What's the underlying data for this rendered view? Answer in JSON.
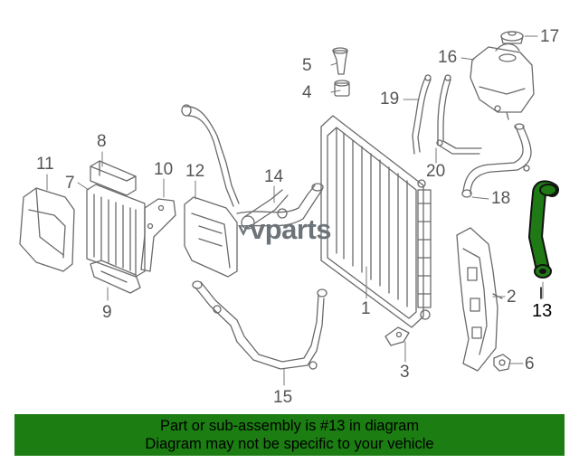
{
  "watermark": "vparts",
  "callouts": [
    {
      "id": "1",
      "text": "1"
    },
    {
      "id": "2",
      "text": "2"
    },
    {
      "id": "3",
      "text": "3"
    },
    {
      "id": "4",
      "text": "4"
    },
    {
      "id": "5",
      "text": "5"
    },
    {
      "id": "6",
      "text": "6"
    },
    {
      "id": "7",
      "text": "7"
    },
    {
      "id": "8",
      "text": "8"
    },
    {
      "id": "9",
      "text": "9"
    },
    {
      "id": "10",
      "text": "10"
    },
    {
      "id": "11",
      "text": "11"
    },
    {
      "id": "12",
      "text": "12"
    },
    {
      "id": "13",
      "text": "13"
    },
    {
      "id": "14",
      "text": "14"
    },
    {
      "id": "15",
      "text": "15"
    },
    {
      "id": "16",
      "text": "16"
    },
    {
      "id": "17",
      "text": "17"
    },
    {
      "id": "18",
      "text": "18"
    },
    {
      "id": "19",
      "text": "19"
    },
    {
      "id": "20",
      "text": "20"
    }
  ],
  "footer": {
    "line1": "Part or sub-assembly is #13 in diagram",
    "line2": "Diagram may not be specific to your vehicle"
  },
  "colors": {
    "footer_bg": "#1b7d12",
    "highlight_part": "#1f7a16",
    "line_art": "#6a6a6a"
  }
}
